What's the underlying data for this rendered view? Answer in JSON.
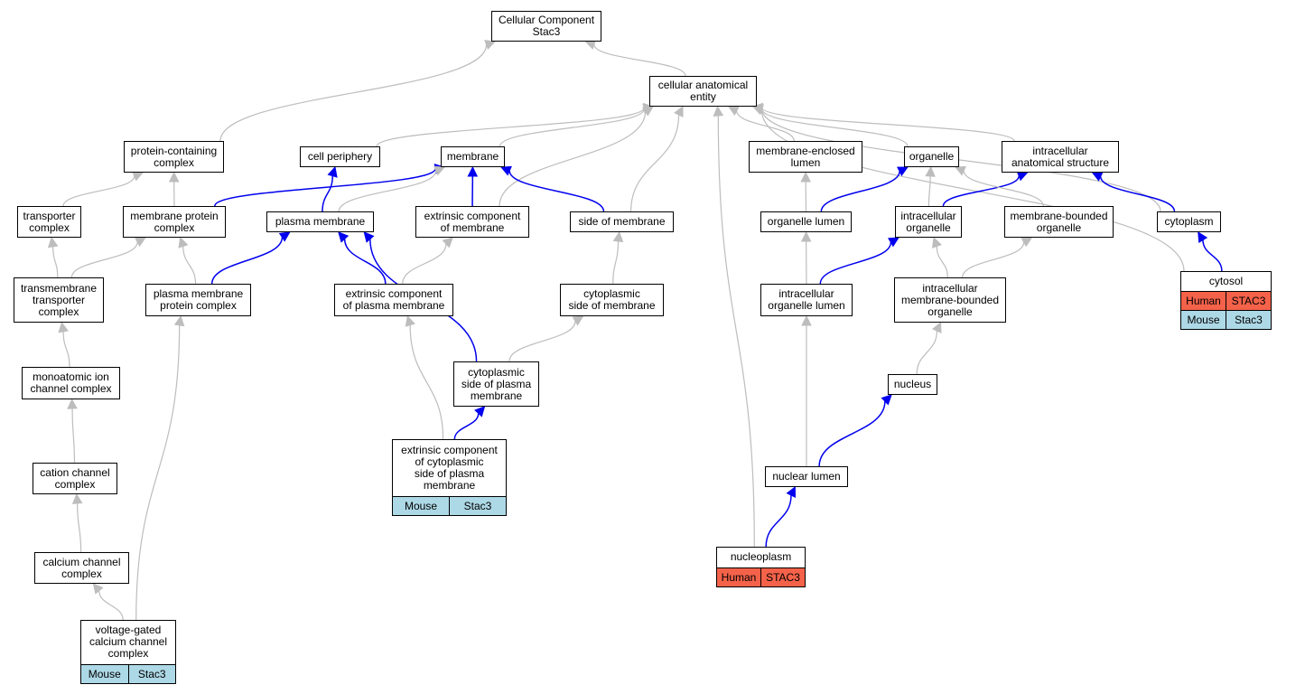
{
  "colors": {
    "edge_is_a": "#bdbdbd",
    "edge_part_of": "#0000ee",
    "human": "#f4624a",
    "mouse": "#add8e6"
  },
  "nodes": [
    {
      "id": "root",
      "label": "Cellular Component\nStac3"
    },
    {
      "id": "cae",
      "label": "cellular anatomical\nentity"
    },
    {
      "id": "pcc",
      "label": "protein-containing\ncomplex"
    },
    {
      "id": "cellper",
      "label": "cell periphery"
    },
    {
      "id": "membrane",
      "label": "membrane"
    },
    {
      "id": "mel",
      "label": "membrane-enclosed\nlumen"
    },
    {
      "id": "organelle",
      "label": "organelle"
    },
    {
      "id": "ias",
      "label": "intracellular\nanatomical structure"
    },
    {
      "id": "transcx",
      "label": "transporter\ncomplex"
    },
    {
      "id": "mpc",
      "label": "membrane protein\ncomplex"
    },
    {
      "id": "pm",
      "label": "plasma membrane"
    },
    {
      "id": "ecm",
      "label": "extrinsic component\nof membrane"
    },
    {
      "id": "som",
      "label": "side of membrane"
    },
    {
      "id": "orglumen",
      "label": "organelle lumen"
    },
    {
      "id": "intorg",
      "label": "intracellular\norganelle"
    },
    {
      "id": "mbo",
      "label": "membrane-bounded\norganelle"
    },
    {
      "id": "cytoplasm",
      "label": "cytoplasm"
    },
    {
      "id": "tmtc",
      "label": "transmembrane\ntransporter\ncomplex"
    },
    {
      "id": "pmpc",
      "label": "plasma membrane\nprotein complex"
    },
    {
      "id": "ecpm",
      "label": "extrinsic component\nof plasma membrane"
    },
    {
      "id": "csm",
      "label": "cytoplasmic\nside of membrane"
    },
    {
      "id": "iol",
      "label": "intracellular\norganelle lumen"
    },
    {
      "id": "imbo",
      "label": "intracellular\nmembrane-bounded\norganelle"
    },
    {
      "id": "cytosol",
      "label": "cytosol",
      "annotations": [
        {
          "species": "Human",
          "gene": "STAC3"
        },
        {
          "species": "Mouse",
          "gene": "Stac3"
        }
      ]
    },
    {
      "id": "maicc",
      "label": "monoatomic ion\nchannel complex"
    },
    {
      "id": "cspm",
      "label": "cytoplasmic\nside of plasma\nmembrane"
    },
    {
      "id": "nucleus",
      "label": "nucleus"
    },
    {
      "id": "ccc",
      "label": "cation channel\ncomplex"
    },
    {
      "id": "ecspm",
      "label": "extrinsic component\nof cytoplasmic\nside of plasma\nmembrane",
      "annotations": [
        {
          "species": "Mouse",
          "gene": "Stac3"
        }
      ]
    },
    {
      "id": "nuclumen",
      "label": "nuclear lumen"
    },
    {
      "id": "cachc",
      "label": "calcium channel\ncomplex"
    },
    {
      "id": "nucleoplasm",
      "label": "nucleoplasm",
      "annotations": [
        {
          "species": "Human",
          "gene": "STAC3"
        }
      ]
    },
    {
      "id": "vgccc",
      "label": "voltage-gated\ncalcium channel\ncomplex",
      "annotations": [
        {
          "species": "Mouse",
          "gene": "Stac3"
        }
      ]
    }
  ],
  "edges": [
    {
      "from": "cae",
      "to": "root",
      "type": "is_a"
    },
    {
      "from": "pcc",
      "to": "root",
      "type": "is_a"
    },
    {
      "from": "cellper",
      "to": "cae",
      "type": "is_a"
    },
    {
      "from": "membrane",
      "to": "cae",
      "type": "is_a"
    },
    {
      "from": "ecm",
      "to": "cae",
      "type": "is_a"
    },
    {
      "from": "som",
      "to": "cae",
      "type": "is_a"
    },
    {
      "from": "mel",
      "to": "cae",
      "type": "is_a"
    },
    {
      "from": "organelle",
      "to": "cae",
      "type": "is_a"
    },
    {
      "from": "ias",
      "to": "cae",
      "type": "is_a"
    },
    {
      "from": "cytoplasm",
      "to": "cae",
      "type": "is_a"
    },
    {
      "from": "cytosol",
      "to": "cae",
      "type": "is_a"
    },
    {
      "from": "nucleoplasm",
      "to": "cae",
      "type": "is_a"
    },
    {
      "from": "transcx",
      "to": "pcc",
      "type": "is_a"
    },
    {
      "from": "mpc",
      "to": "pcc",
      "type": "is_a"
    },
    {
      "from": "mpc",
      "to": "membrane",
      "type": "part_of"
    },
    {
      "from": "pm",
      "to": "cellper",
      "type": "part_of"
    },
    {
      "from": "pm",
      "to": "membrane",
      "type": "is_a"
    },
    {
      "from": "ecm",
      "to": "membrane",
      "type": "part_of"
    },
    {
      "from": "som",
      "to": "membrane",
      "type": "part_of"
    },
    {
      "from": "orglumen",
      "to": "mel",
      "type": "is_a"
    },
    {
      "from": "orglumen",
      "to": "organelle",
      "type": "part_of"
    },
    {
      "from": "intorg",
      "to": "organelle",
      "type": "is_a"
    },
    {
      "from": "intorg",
      "to": "ias",
      "type": "part_of"
    },
    {
      "from": "mbo",
      "to": "organelle",
      "type": "is_a"
    },
    {
      "from": "cytoplasm",
      "to": "ias",
      "type": "part_of"
    },
    {
      "from": "tmtc",
      "to": "transcx",
      "type": "is_a"
    },
    {
      "from": "tmtc",
      "to": "mpc",
      "type": "is_a"
    },
    {
      "from": "pmpc",
      "to": "mpc",
      "type": "is_a"
    },
    {
      "from": "pmpc",
      "to": "pm",
      "type": "part_of"
    },
    {
      "from": "ecpm",
      "to": "pm",
      "type": "part_of"
    },
    {
      "from": "ecpm",
      "to": "ecm",
      "type": "is_a"
    },
    {
      "from": "csm",
      "to": "som",
      "type": "is_a"
    },
    {
      "from": "iol",
      "to": "orglumen",
      "type": "is_a"
    },
    {
      "from": "iol",
      "to": "intorg",
      "type": "part_of"
    },
    {
      "from": "imbo",
      "to": "intorg",
      "type": "is_a"
    },
    {
      "from": "imbo",
      "to": "mbo",
      "type": "is_a"
    },
    {
      "from": "cytosol",
      "to": "cytoplasm",
      "type": "part_of"
    },
    {
      "from": "maicc",
      "to": "tmtc",
      "type": "is_a"
    },
    {
      "from": "cspm",
      "to": "pm",
      "type": "part_of"
    },
    {
      "from": "cspm",
      "to": "csm",
      "type": "is_a"
    },
    {
      "from": "nucleus",
      "to": "imbo",
      "type": "is_a"
    },
    {
      "from": "ccc",
      "to": "maicc",
      "type": "is_a"
    },
    {
      "from": "ecspm",
      "to": "cspm",
      "type": "part_of"
    },
    {
      "from": "ecspm",
      "to": "ecpm",
      "type": "is_a"
    },
    {
      "from": "nuclumen",
      "to": "iol",
      "type": "is_a"
    },
    {
      "from": "nuclumen",
      "to": "nucleus",
      "type": "part_of"
    },
    {
      "from": "cachc",
      "to": "ccc",
      "type": "is_a"
    },
    {
      "from": "nucleoplasm",
      "to": "nuclumen",
      "type": "part_of"
    },
    {
      "from": "vgccc",
      "to": "cachc",
      "type": "is_a"
    },
    {
      "from": "vgccc",
      "to": "pmpc",
      "type": "is_a"
    }
  ]
}
